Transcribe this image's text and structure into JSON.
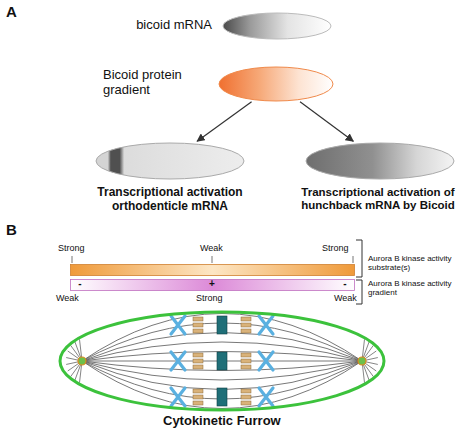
{
  "diagram": {
    "nodes": [
      {
        "text": [
          "bicoid mRNA"
        ]
      },
      {
        "text": [
          "Bicoid protein gradient"
        ]
      },
      {
        "text": [
          "Transcriptional activation orthodenticle mRNA"
        ]
      },
      {
        "text": [
          "Transcriptional activation of hunchback mRNA by Bicoid"
        ]
      },
      {
        "text": [
          "Aurora B kinase activity substrate(s)"
        ]
      },
      {
        "text": [
          "-",
          "+",
          "-",
          "Aurora B kinase activity gradient"
        ]
      }
    ],
    "edges": [
      {
        "from": 1,
        "to": 2,
        "arrow": "to"
      },
      {
        "from": 1,
        "to": 3,
        "arrow": "to"
      }
    ],
    "labels": [
      "A",
      "B",
      "Strong",
      "Weak",
      "Strong",
      "Weak",
      "Strong",
      "Weak",
      "Cytokinetic Furrow"
    ]
  }
}
